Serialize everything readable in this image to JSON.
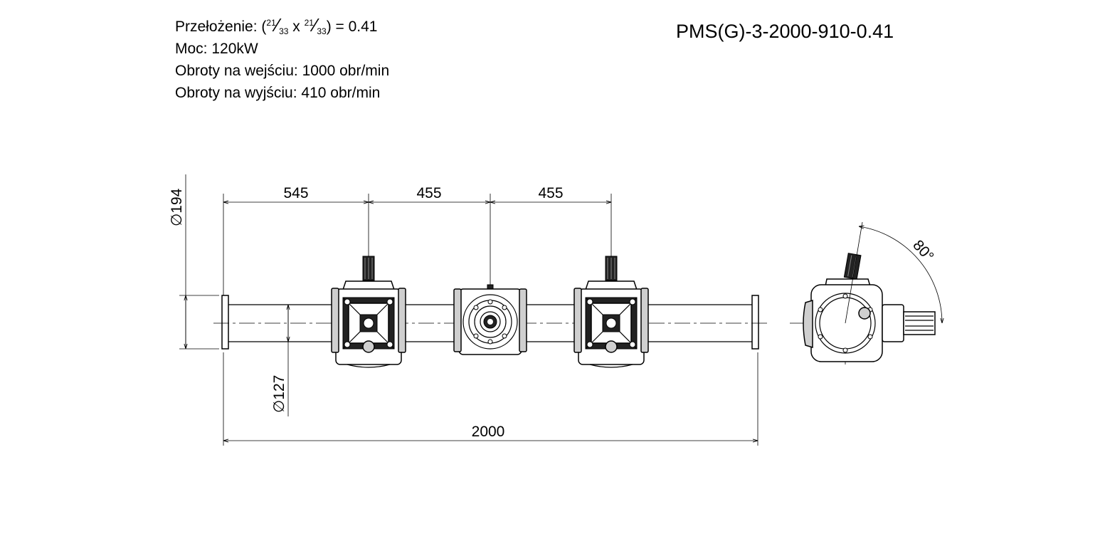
{
  "specs": {
    "ratio_prefix": "Przełożenie: (",
    "frac1_num": "21",
    "frac1_den": "33",
    "ratio_mid": " x ",
    "frac2_num": "21",
    "frac2_den": "33",
    "ratio_suffix": ") = 0.41",
    "power": "Moc: 120kW",
    "input_speed": "Obroty na wejściu: 1000 obr/min",
    "output_speed": "Obroty na wyjściu: 410 obr/min"
  },
  "model_code": "PMS(G)-3-2000-910-0.41",
  "dimensions": {
    "spacing_1": "545",
    "spacing_2": "455",
    "spacing_3": "455",
    "total_length": "2000",
    "flange_diameter": "194",
    "tube_diameter": "127",
    "angle": "80°",
    "diameter_symbol": "∅"
  }
}
